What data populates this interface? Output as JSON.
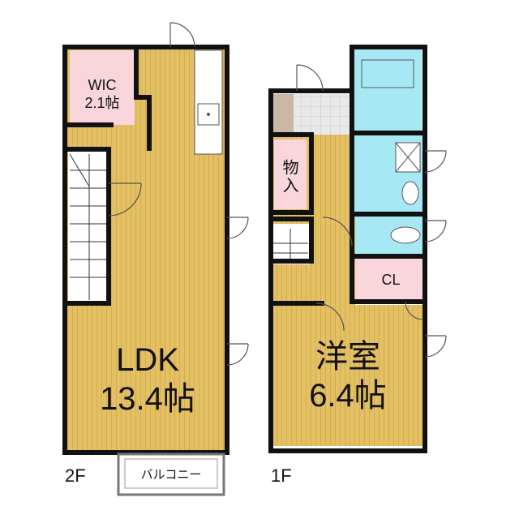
{
  "floor_2": {
    "label": "2F",
    "rooms": {
      "ldk": {
        "name": "LDK",
        "size": "13.4帖"
      },
      "wic": {
        "name": "WIC",
        "size": "2.1帖"
      },
      "balcony": {
        "name": "バルコニー"
      }
    }
  },
  "floor_1": {
    "label": "1F",
    "rooms": {
      "western": {
        "name": "洋室",
        "size": "6.4帖"
      },
      "storage": {
        "name": "物入"
      },
      "closet": {
        "name": "CL"
      }
    }
  },
  "colors": {
    "floor": "#e3c064",
    "floor_line": "#d6ad4c",
    "wic": "#f8d6dc",
    "wet": "#a6e9f4",
    "entrance_tile": "#dcdcdc",
    "shoe_box": "#c9b9a4",
    "wall": "#111111"
  }
}
